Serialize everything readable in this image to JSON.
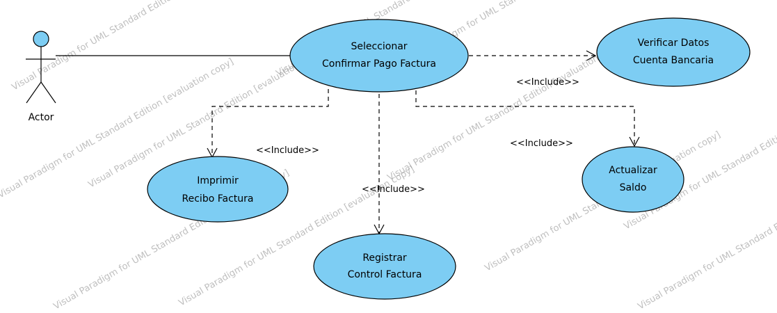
{
  "colors": {
    "usecase_fill": "#7dcdf3",
    "stroke": "#000000",
    "watermark": "#8a8a8a"
  },
  "actor": {
    "label": "Actor"
  },
  "use_cases": {
    "main": {
      "line1": "Seleccionar",
      "line2": "Confirmar Pago Factura"
    },
    "verify": {
      "line1": "Verificar Datos",
      "line2": "Cuenta Bancaria"
    },
    "print": {
      "line1": "Imprimir",
      "line2": "Recibo Factura"
    },
    "register": {
      "line1": "Registrar",
      "line2": "Control Factura"
    },
    "update": {
      "line1": "Actualizar",
      "line2": "Saldo"
    }
  },
  "relations": {
    "include_verify": "<<Include>>",
    "include_print": "<<Include>>",
    "include_register": "<<Include>>",
    "include_update": "<<Include>>"
  },
  "watermark": {
    "text": "Visual Paradigm for UML Standard Edition [evaluation copy]"
  }
}
